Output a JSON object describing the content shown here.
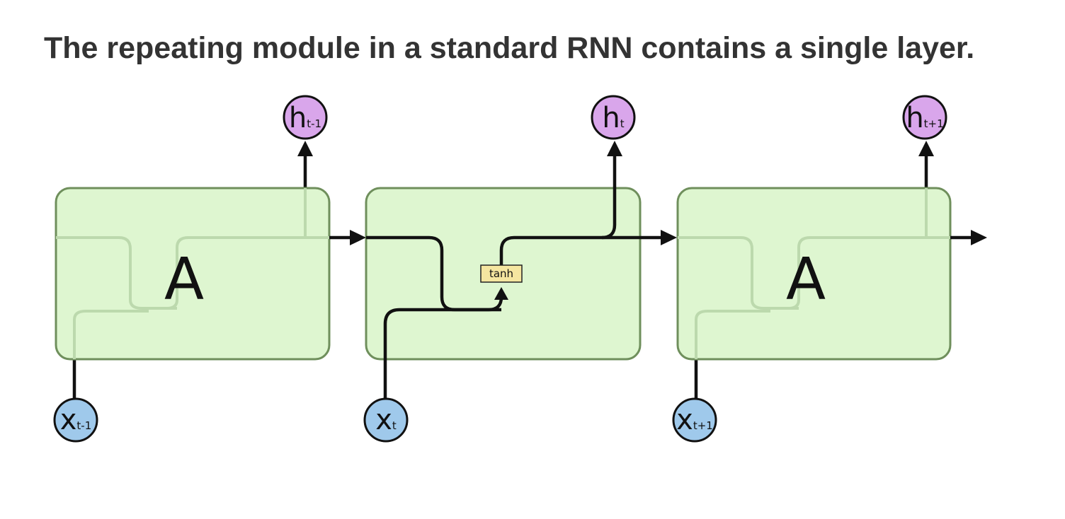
{
  "title": "The repeating module in a standard RNN contains a single layer.",
  "cells": [
    {
      "label": "A",
      "output": {
        "main": "h",
        "sub": "t-1"
      },
      "input": {
        "main": "x",
        "sub": "t-1"
      }
    },
    {
      "label": "",
      "output": {
        "main": "h",
        "sub": "t"
      },
      "input": {
        "main": "x",
        "sub": "t"
      },
      "layer": "tanh"
    },
    {
      "label": "A",
      "output": {
        "main": "h",
        "sub": "t+1"
      },
      "input": {
        "main": "x",
        "sub": "t+1"
      }
    }
  ],
  "colors": {
    "cell_fill": "#d8f4c8",
    "cell_border": "#6f8f5c",
    "output_node": "#d9a6eb",
    "input_node": "#9fc9eb",
    "layer_box": "#f5e6a0",
    "title_text": "#333333"
  }
}
